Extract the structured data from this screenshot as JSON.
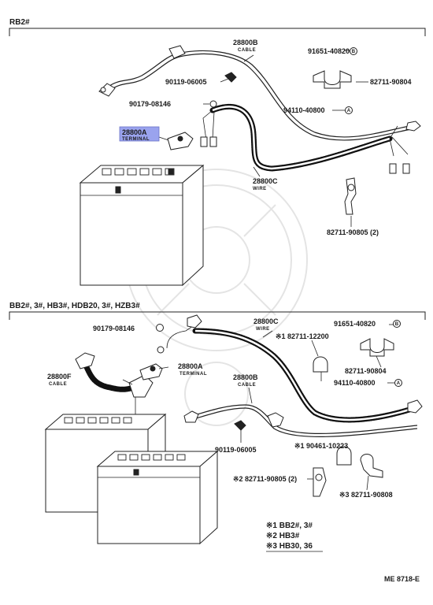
{
  "section1": {
    "title": "RB2#",
    "parts": {
      "p28800B": {
        "num": "28800B",
        "sub": "CABLE"
      },
      "p91651": {
        "num": "91651-40820",
        "mark": "B"
      },
      "p90119": {
        "num": "90119-06005"
      },
      "p82711_04": {
        "num": "82711-90804"
      },
      "p90179": {
        "num": "90179-08146"
      },
      "p94110": {
        "num": "94110-40800",
        "mark": "A"
      },
      "p28800A": {
        "num": "28800A",
        "sub": "TERMINAL"
      },
      "p28800C": {
        "num": "28800C",
        "sub": "WIRE"
      },
      "p82711_05": {
        "num": "82711-90805 (2)"
      }
    }
  },
  "section2": {
    "title": "BB2#, 3#, HB3#, HDB20, 3#, HZB3#",
    "parts": {
      "p90179": {
        "num": "90179-08146"
      },
      "p28800C": {
        "num": "28800C",
        "sub": "WIRE"
      },
      "p91651": {
        "num": "91651-40820",
        "mark": "B"
      },
      "p82711_12200": {
        "num": "※1 82711-12200"
      },
      "p28800A": {
        "num": "28800A",
        "sub": "TERMINAL"
      },
      "p82711_04": {
        "num": "82711-90804"
      },
      "p28800F": {
        "num": "28800F",
        "sub": "CABLE"
      },
      "p94110": {
        "num": "94110-40800",
        "mark": "A"
      },
      "p28800B": {
        "num": "28800B",
        "sub": "CABLE"
      },
      "p90119": {
        "num": "90119-06005"
      },
      "p90461": {
        "num": "※1 90461-10223"
      },
      "p82711_05": {
        "num": "※2 82711-90805 (2)"
      },
      "p82711_08": {
        "num": "※3 82711-90808"
      }
    },
    "notes": [
      "※1 BB2#, 3#",
      "※2 HB3#",
      "※3 HB30, 36"
    ]
  },
  "footer": {
    "code": "ME 8718-E"
  },
  "colors": {
    "highlight": "#9aa3ee",
    "ink": "#222222"
  }
}
